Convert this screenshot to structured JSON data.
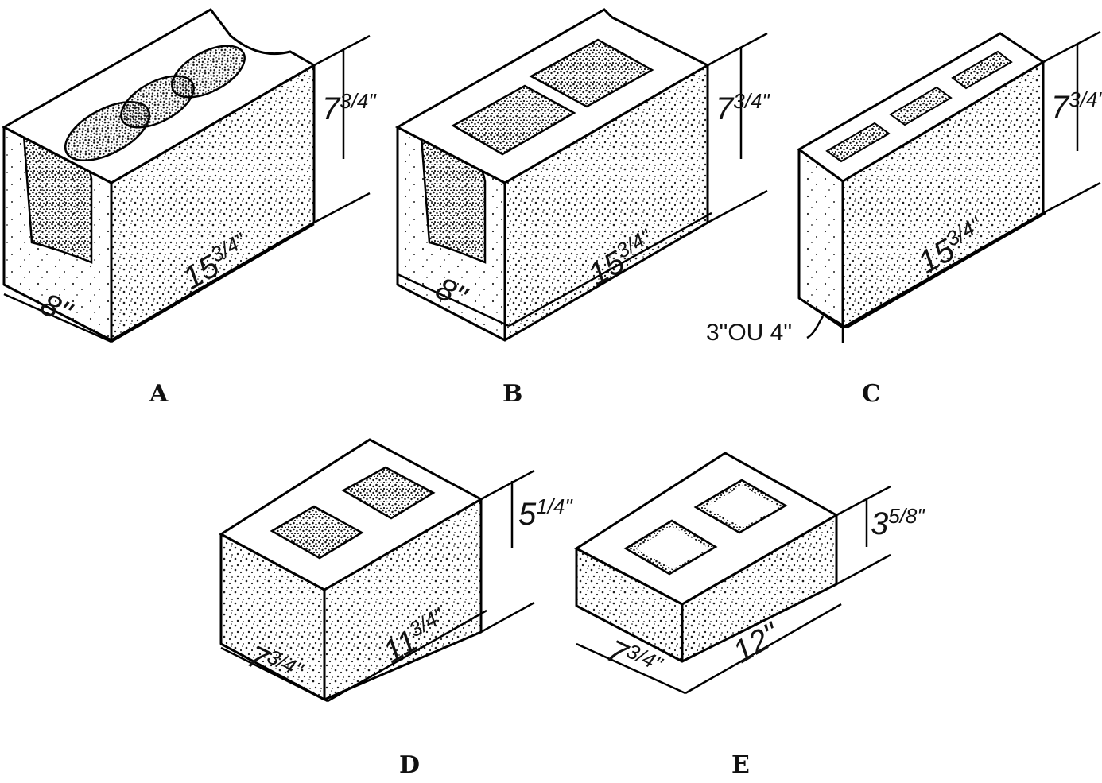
{
  "colors": {
    "ink": "#111111",
    "stipple": "#1a1a1a",
    "paper": "#ffffff"
  },
  "blocks": [
    {
      "id": "A",
      "label": "A",
      "width": "8\"",
      "length": "15",
      "length_frac": "3/4",
      "length_unit": "\"",
      "height": "7",
      "height_frac": "3/4",
      "height_unit": "\""
    },
    {
      "id": "B",
      "label": "B",
      "width": "8\"",
      "length": "15",
      "length_frac": "3/4",
      "length_unit": "\"",
      "height": "7",
      "height_frac": "3/4",
      "height_unit": "\""
    },
    {
      "id": "C",
      "label": "C",
      "width": "3\"OU 4\"",
      "length": "15",
      "length_frac": "3/4",
      "length_unit": "\"",
      "height": "7",
      "height_frac": "3/4",
      "height_unit": "\""
    },
    {
      "id": "D",
      "label": "D",
      "width": "7",
      "width_frac": "3/4",
      "width_unit": "\"",
      "length": "11",
      "length_frac": "3/4",
      "length_unit": "\"",
      "height": "5",
      "height_frac": "1/4",
      "height_unit": "\""
    },
    {
      "id": "E",
      "label": "E",
      "width": "7",
      "width_frac": "3/4",
      "width_unit": "\"",
      "length": "12\"",
      "height": "3",
      "height_frac": "5/8",
      "height_unit": "\""
    }
  ]
}
